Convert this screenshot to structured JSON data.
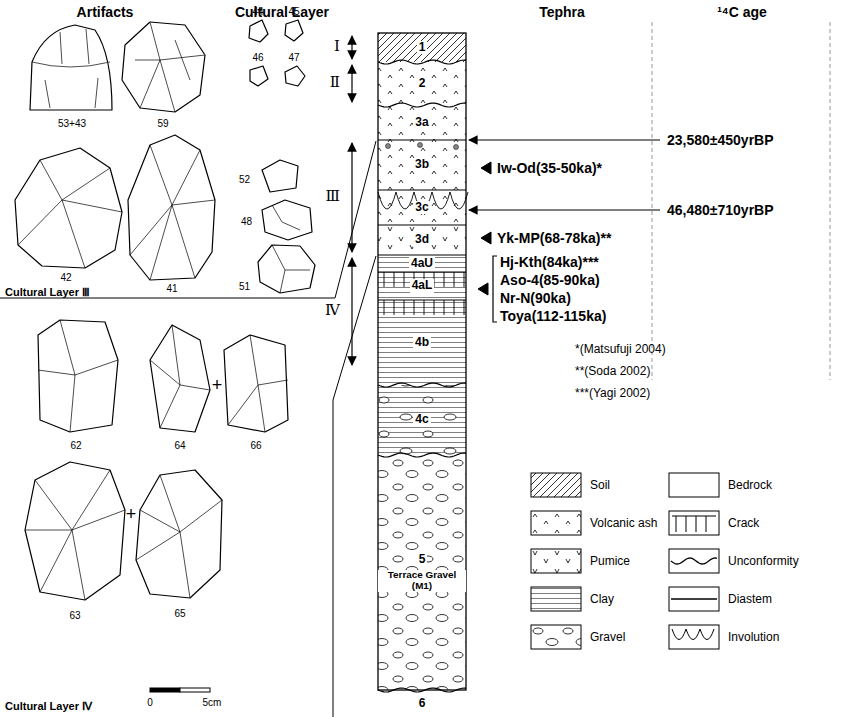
{
  "diagram": {
    "nodes": [
      {
        "text": [
          "1"
        ]
      },
      {
        "text": [
          "2"
        ]
      },
      {
        "text": [
          "3a"
        ]
      },
      {
        "text": [
          "3b"
        ]
      },
      {
        "text": [
          "3c"
        ]
      },
      {
        "text": [
          "3d"
        ]
      },
      {
        "text": [
          "4aU"
        ]
      },
      {
        "text": [
          "4aL"
        ]
      },
      {
        "text": [
          "4b"
        ]
      },
      {
        "text": [
          "4c"
        ]
      },
      {
        "text": [
          "5",
          "Terrace Gravel (M1)"
        ]
      },
      {
        "text": [
          "6"
        ]
      }
    ],
    "labels": [
      "Artifacts",
      "Cultural Layer",
      "Tephra",
      "¹⁴C age",
      "Ⅰ",
      "Ⅱ",
      "Ⅲ",
      "Ⅳ",
      "23,580±450yrBP",
      "46,480±710yrBP",
      "Iw-Od(35-50ka)*",
      "Yk-MP(68-78ka)**",
      "Hj-Kth(84ka)***",
      "Aso-4(85-90ka)",
      "Nr-N(90ka)",
      "Toya(112-115ka)",
      "*(Matsufuji 2004)",
      "**(Soda 2002)",
      "***(Yagi 2002)",
      "53+43",
      "59",
      "44",
      "45",
      "46",
      "47",
      "52",
      "48",
      "42",
      "41",
      "51",
      "Cultural Layer Ⅲ",
      "62",
      "64",
      "+",
      "66",
      "63",
      "+",
      "65",
      "Cultural Layer Ⅳ",
      "0",
      "5cm"
    ],
    "legend": [
      {
        "text": "Soil"
      },
      {
        "text": "Volcanic ash"
      },
      {
        "text": "Pumice"
      },
      {
        "text": "Clay"
      },
      {
        "text": "Gravel"
      },
      {
        "text": "Bedrock"
      },
      {
        "text": "Crack"
      },
      {
        "text": "Unconformity"
      },
      {
        "text": "Diastem"
      },
      {
        "text": "Involution"
      }
    ]
  }
}
